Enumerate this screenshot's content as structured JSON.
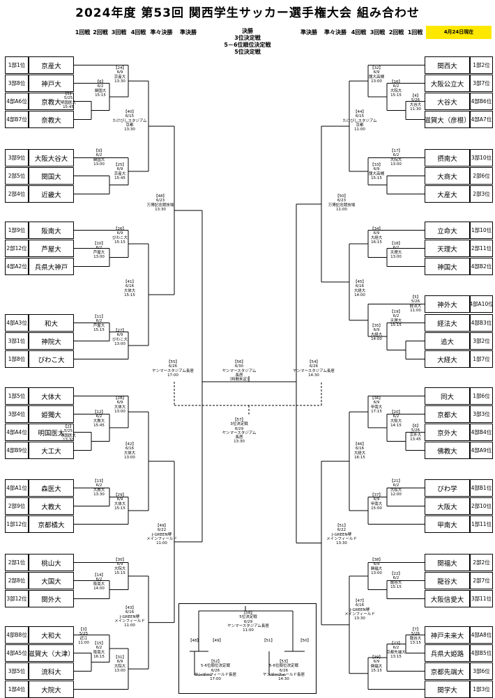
{
  "title": "2024年度 第53回 関西学生サッカー選手権大会 組み合わせ",
  "headers": {
    "left": [
      "1回戦",
      "2回戦",
      "3回戦",
      "4回戦",
      "準々決勝",
      "準決勝"
    ],
    "center": "決勝",
    "right": [
      "準決勝",
      "準々決勝",
      "4回戦",
      "3回戦",
      "2回戦",
      "1回戦"
    ],
    "as_of": "4月24日現在",
    "sub": [
      "3位決定戦",
      "5－6位順位決定戦",
      "5位決定戦"
    ]
  },
  "left_teams": [
    {
      "rank": "1部1位",
      "team": "京産大"
    },
    {
      "rank": "3部8位",
      "team": "神戸大"
    },
    {
      "rank": "4部A6位",
      "team": "京教大"
    },
    {
      "rank": "4部B7位",
      "team": "奈教大"
    },
    {
      "rank": "3部9位",
      "team": "大阪大谷大"
    },
    {
      "rank": "2部5位",
      "team": "関国大"
    },
    {
      "rank": "2部4位",
      "team": "近畿大"
    },
    {
      "rank": "1部9位",
      "team": "阪南大"
    },
    {
      "rank": "2部12位",
      "team": "芦屋大"
    },
    {
      "rank": "4部A2位",
      "team": "兵県大神戸"
    },
    {
      "rank": "4部A3位",
      "team": "和大"
    },
    {
      "rank": "3部1位",
      "team": "神院大"
    },
    {
      "rank": "1部8位",
      "team": "びわこ大"
    },
    {
      "rank": "1部5位",
      "team": "大体大"
    },
    {
      "rank": "3部4位",
      "team": "姫獨大"
    },
    {
      "rank": "4部A4位",
      "team": "明国医大"
    },
    {
      "rank": "4部B9位",
      "team": "大工大"
    },
    {
      "rank": "4部A1位",
      "team": "森医大"
    },
    {
      "rank": "2部9位",
      "team": "大教大"
    },
    {
      "rank": "1部12位",
      "team": "京都橘大"
    },
    {
      "rank": "2部1位",
      "team": "桃山大"
    },
    {
      "rank": "2部8位",
      "team": "大国大"
    },
    {
      "rank": "3部12位",
      "team": "関外大"
    },
    {
      "rank": "4部B8位",
      "team": "大和大"
    },
    {
      "rank": "4部A5位",
      "team": "滋賀大（大津）"
    },
    {
      "rank": "3部5位",
      "team": "流科大"
    },
    {
      "rank": "1部4位",
      "team": "大院大"
    }
  ],
  "right_teams": [
    {
      "rank": "1部2位",
      "team": "関西大"
    },
    {
      "rank": "3部7位",
      "team": "大阪公立大"
    },
    {
      "rank": "4部B6位",
      "team": "大谷大"
    },
    {
      "rank": "4部A7位",
      "team": "滋賀大（彦根）"
    },
    {
      "rank": "3部10位",
      "team": "摂南大"
    },
    {
      "rank": "2部6位",
      "team": "大商大"
    },
    {
      "rank": "2部3位",
      "team": "大産大"
    },
    {
      "rank": "1部10位",
      "team": "立命大"
    },
    {
      "rank": "2部11位",
      "team": "天理大"
    },
    {
      "rank": "4部B2位",
      "team": "神国大"
    },
    {
      "rank": "4部A10位",
      "team": "神外大"
    },
    {
      "rank": "4部B3位",
      "team": "経法大"
    },
    {
      "rank": "3部2位",
      "team": "追大"
    },
    {
      "rank": "1部7位",
      "team": "大経大"
    },
    {
      "rank": "1部6位",
      "team": "同大"
    },
    {
      "rank": "3部3位",
      "team": "京都大"
    },
    {
      "rank": "4部B4位",
      "team": "京外大"
    },
    {
      "rank": "4部A9位",
      "team": "佛教大"
    },
    {
      "rank": "4部B1位",
      "team": "びわ学"
    },
    {
      "rank": "2部10位",
      "team": "大阪大"
    },
    {
      "rank": "1部11位",
      "team": "甲南大"
    },
    {
      "rank": "2部2位",
      "team": "関福大"
    },
    {
      "rank": "2部7位",
      "team": "龍谷大"
    },
    {
      "rank": "3部11位",
      "team": "大阪信愛大"
    },
    {
      "rank": "4部A8位",
      "team": "神戸未来大"
    },
    {
      "rank": "4部B5位",
      "team": "兵県大姫路"
    },
    {
      "rank": "3部6位",
      "team": "京都先端大"
    },
    {
      "rank": "1部3位",
      "team": "関学大"
    }
  ],
  "annotations": {
    "m1": "【1】\n5/25\n明国医大\n15:45",
    "m6": "【6】\n6/2\n関国大\n15:15",
    "m24": "【24】\n6/9\n京産大\n13:30",
    "m9": "【9】\n6/2\n関国大\n13:00",
    "m25": "【25】\n6/9\n京産大\n15:45",
    "m40": "【40】\n6/15\nたけびしスタジアム\n京都\n13:30",
    "m48": "【48】\n6/23\n万博記念競技場\n13:30",
    "m10": "【10】\n6/2\n芦屋大\n13:00",
    "m26": "【26】\n6/9\nびわこ大\n15:15",
    "m41": "【41】\n6/16\n大体大\n15:15",
    "m11": "【11】\n6/2\n芦屋大\n15:15",
    "m27": "【27】\n6/9\nびわこ大\n13:00",
    "m55": "【55】\n6/26\nヤンマースタジアム長居\n17:00",
    "m56": "【56】\n6/30\nヤンマースタジアム\n長居\n（時間未定）",
    "m54": "【54】\n6/26\nヤンマースタジアム長居\n14:30",
    "m57": "【57】\n3位決定戦\n6/29\nヤンマースタジアム\n長居\n13:30",
    "m2": "【2】\n5/25\n明国医大\n13:30",
    "m12": "【12】\n6/2\n大教大\n15:45",
    "m28": "【28】\n6/9\n大体大\n13:00",
    "m42": "【42】\n6/16\n大体大\n13:00",
    "m13": "【13】\n6/2\n大教大\n13:30",
    "m29": "【29】\n6/9\n大体大\n15:15",
    "m49": "【49】\n6/22\nJ-GREEN堺\nメインフィールド\n11:00",
    "m14": "【14】\n6/2\n阪南大\n14:00",
    "m30": "【30】\n6/9\n大院大\n15:15",
    "m43": "【43】\n6/16\nJ-GREEN堺\nメインフィールド\n11:00",
    "m3": "【3】\n5/25\n近江\n11:00",
    "m15": "【15】\n6/2\n阪南大\n16:15",
    "m31": "【31】\n6/9\n大院大\n13:00",
    "m32": "【32】\n6/9\n龍大高槻\n13:00",
    "m16": "【16】\n6/2\n大院大\n15:15",
    "m4": "【4】\n5/26\n大谷大\n11:30",
    "m44": "【44】\n6/15\nたけびしスタジアム\n京都\n11:00",
    "m17": "【17】\n6/2\n大院大\n13:00",
    "m33": "【33】\n6/9\n龍大高槻\n15:15",
    "m50": "【50】\n6/23\n万博記念競技場\n11:00",
    "m34": "【34】\n6/9\n大経大\n16:15",
    "m18": "【18】\n6/2\n天理大\n13:00",
    "m45": "【45】\n6/16\n大経大\n14:00",
    "m5": "【5】\n5/26\n経法大\n11:00",
    "m19": "【19】\n6/2\n天理大\n15:15",
    "m35": "【35】\n6/9\n大経大\n14:00",
    "m36": "【36】\n6/9\n甲南大\n17:15",
    "m20": "【20】\n6/2\n大阪大\n14:15",
    "m6r": "【6】\n5/26\n京外大\n13:45",
    "m46": "【46】\n6/16\n大経大\n16:15",
    "m21": "【21】\n6/2\n大阪大\n12:00",
    "m37": "【37】\n6/9\n甲南大\n15:00",
    "m51": "【51】\n6/22\nJ-GREEN堺\nメインフィールド\n13:30",
    "m38": "【38】\n6/9\n関福大\n13:00",
    "m22": "【22】\n6/2\n龍谷大\n15:15",
    "m47": "【47】\n6/16\nJ-GREEN堺\nメインフィールド\n13:30",
    "m7": "【7】\n5/26\n龍谷大\n13:15",
    "m23": "【23】\n6/2\n京都先端大\n13:15",
    "m39": "【39】\n6/9\n関福大\n15:15",
    "m58": "【58】\n5位決定戦\n6/29\nヤンマースタジアム長居\n11:00",
    "b48": "【48】",
    "b49": "【49】",
    "b51": "【51】",
    "b50": "【50】",
    "m52": "【52】\n5-6位順位決定戦\n6/26\nヤンマーフィールド長居\n17:00",
    "m53": "【53】\n5-6位順位決定戦\n6/26\nヤンマーフィールド長居\n14:30"
  }
}
